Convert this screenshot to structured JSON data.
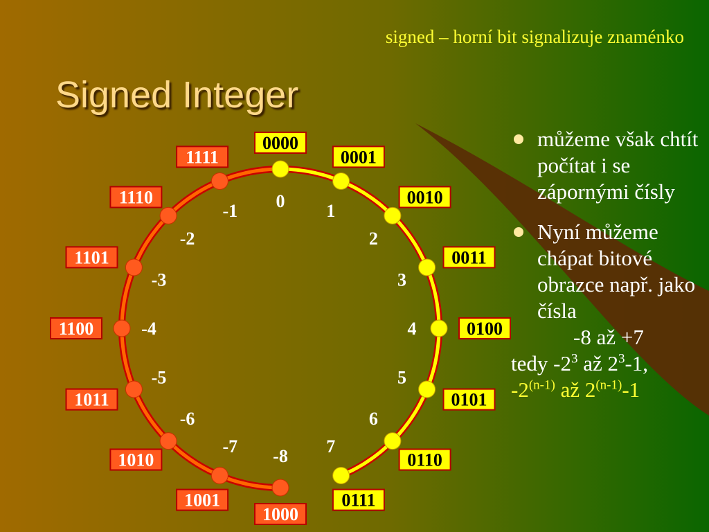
{
  "subtitle": "signed – horní bit signalizuje znaménko",
  "title": "Signed Integer",
  "colors": {
    "background_left": "#a06a00",
    "background_right": "#0a6600",
    "positive_arc": "#ffff00",
    "negative_arc": "#ff6600",
    "positive_dot": "#ffff00",
    "negative_dot": "#ff5a1e",
    "title_text": "#ffd98a",
    "highlight_text": "#ffff33"
  },
  "ring": [
    {
      "value": "0",
      "bits": "0000",
      "sign": "positive"
    },
    {
      "value": "1",
      "bits": "0001",
      "sign": "positive"
    },
    {
      "value": "2",
      "bits": "0010",
      "sign": "positive"
    },
    {
      "value": "3",
      "bits": "0011",
      "sign": "positive"
    },
    {
      "value": "4",
      "bits": "0100",
      "sign": "positive"
    },
    {
      "value": "5",
      "bits": "0101",
      "sign": "positive"
    },
    {
      "value": "6",
      "bits": "0110",
      "sign": "positive"
    },
    {
      "value": "7",
      "bits": "0111",
      "sign": "positive"
    },
    {
      "value": "-8",
      "bits": "1000",
      "sign": "negative"
    },
    {
      "value": "-7",
      "bits": "1001",
      "sign": "negative"
    },
    {
      "value": "-6",
      "bits": "1010",
      "sign": "negative"
    },
    {
      "value": "-5",
      "bits": "1011",
      "sign": "negative"
    },
    {
      "value": "-4",
      "bits": "1100",
      "sign": "negative"
    },
    {
      "value": "-3",
      "bits": "1101",
      "sign": "negative"
    },
    {
      "value": "-2",
      "bits": "1110",
      "sign": "negative"
    },
    {
      "value": "-1",
      "bits": "1111",
      "sign": "negative"
    }
  ],
  "bullets": {
    "first": "můžeme však chtít počítat i se zápornými čísly",
    "second": "Nyní můžeme chápat bitové obrazce např. jako čísla"
  },
  "range": {
    "line1": "-8 až +7",
    "line2_a": "tedy -2",
    "line2_sup1": "3",
    "line2_b": " až 2",
    "line2_sup2": "3",
    "line2_c": "-1,",
    "line3_a": "-2",
    "line3_sup1": "(n-1)",
    "line3_b": " až 2",
    "line3_sup2": "(n-1)",
    "line3_c": "-1"
  }
}
